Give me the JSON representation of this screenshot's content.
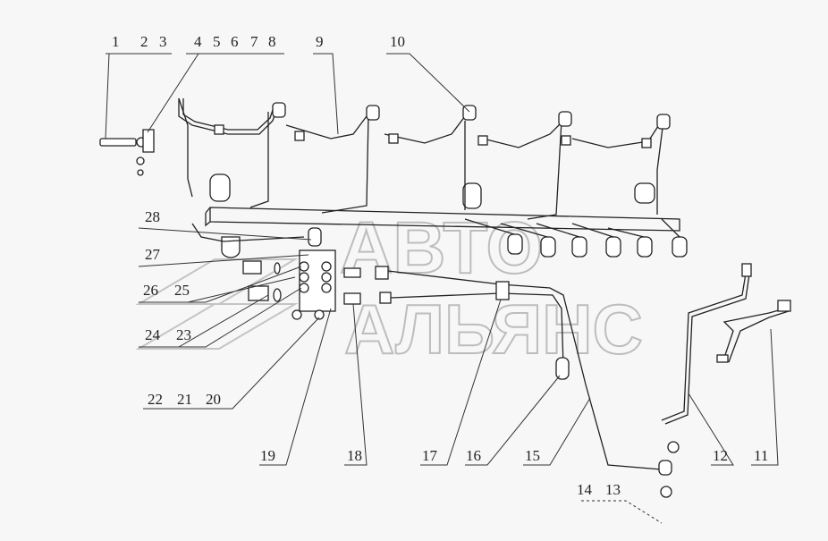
{
  "watermark": {
    "line1": "АВТО",
    "line2": "АЛЬЯНС"
  },
  "callouts": {
    "c1_3": [
      "1",
      "2",
      "3"
    ],
    "c4_8": [
      "4",
      "5",
      "6",
      "7",
      "8"
    ],
    "c9": "9",
    "c10": "10",
    "c28": "28",
    "c27": "27",
    "c26_25": [
      "26",
      "25"
    ],
    "c24_23": [
      "24",
      "23"
    ],
    "c22_20": [
      "22",
      "21",
      "20"
    ],
    "c19": "19",
    "c18": "18",
    "c17": "17",
    "c16": "16",
    "c15": "15",
    "c14_13": [
      "14",
      "13"
    ],
    "c12": "12",
    "c11": "11"
  }
}
